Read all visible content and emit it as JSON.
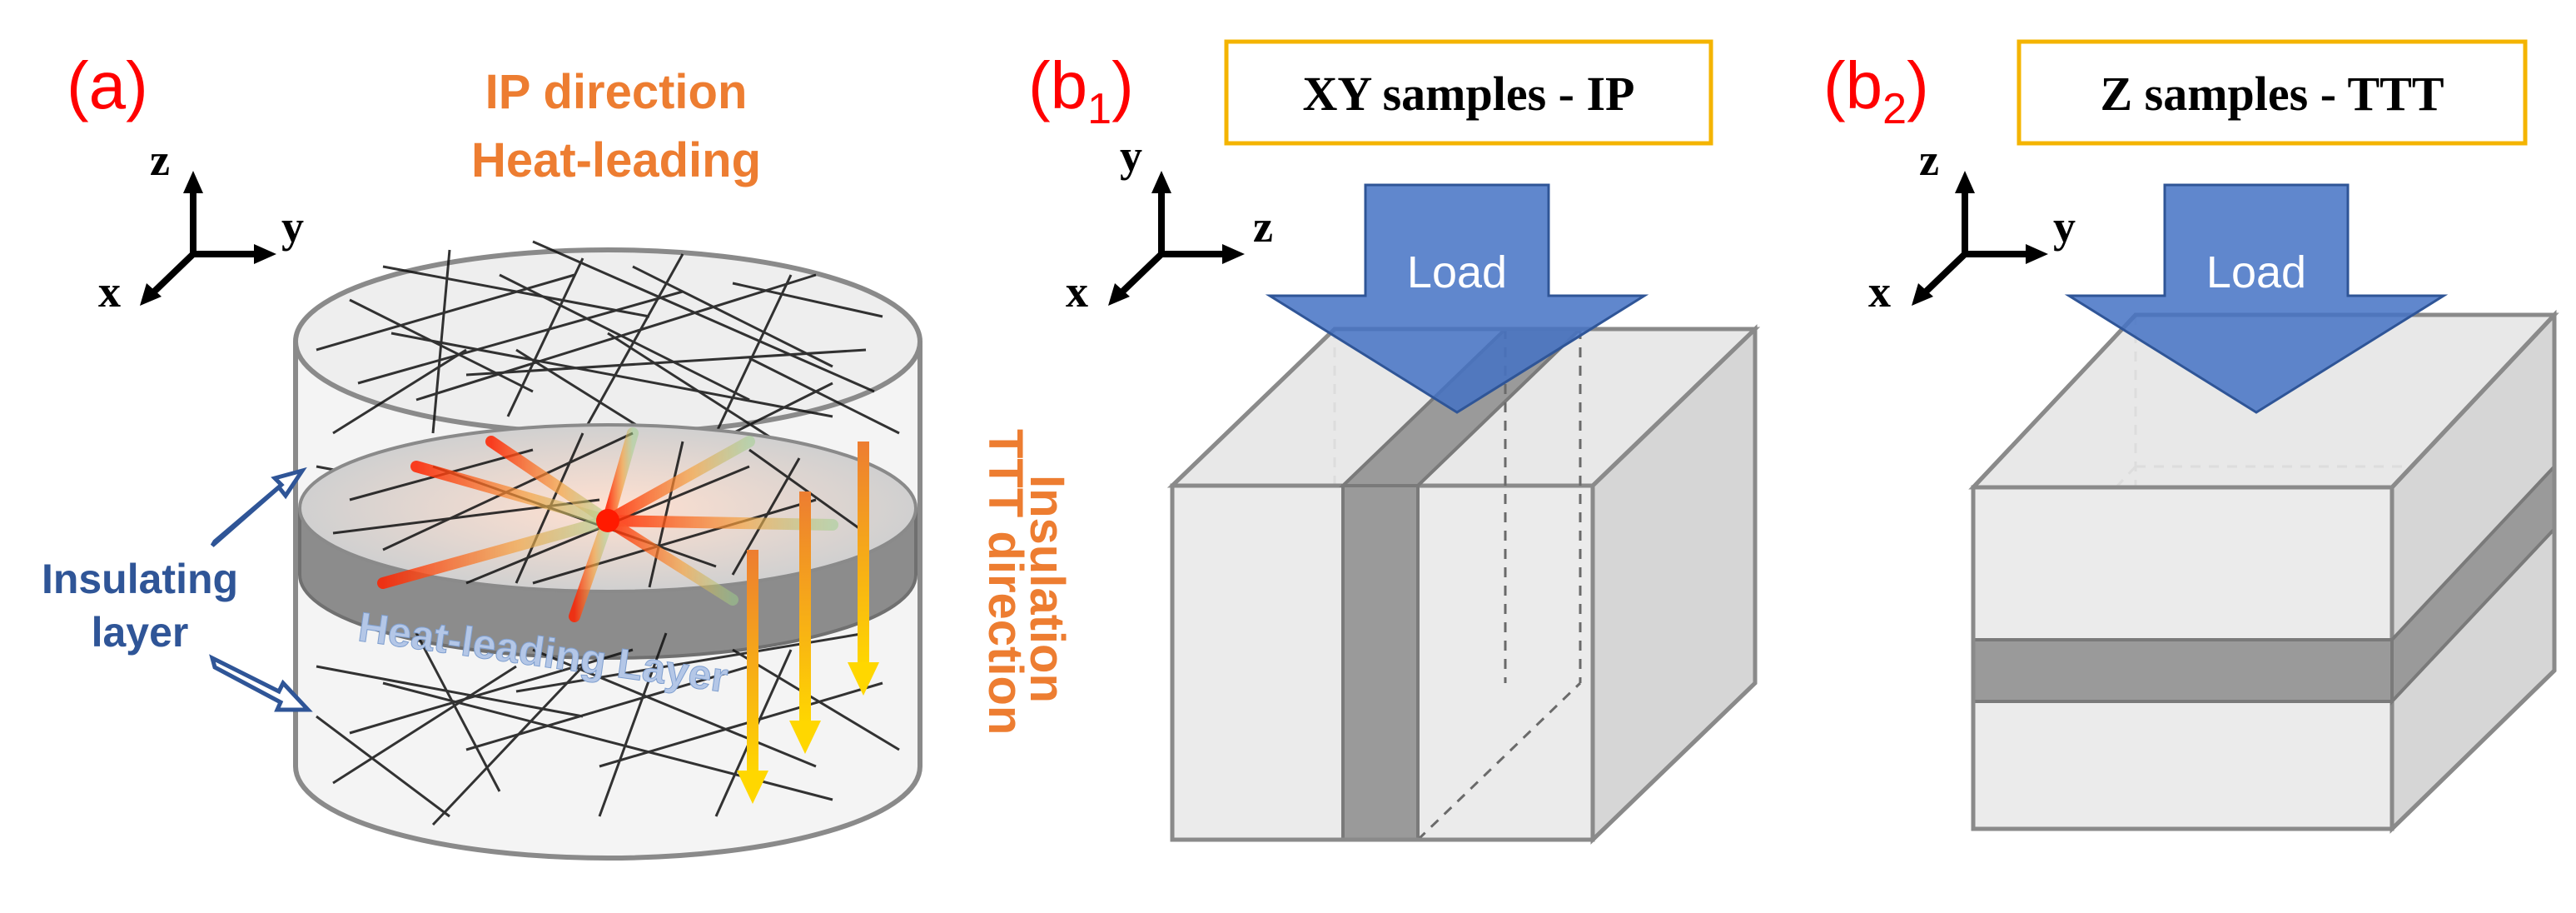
{
  "panel_a": {
    "label": "(a)",
    "ip_direction": "IP direction",
    "heat_leading": "Heat-leading",
    "ttt_direction": "TTT direction",
    "insulation": "Insulation",
    "insulating": "Insulating",
    "layer": "layer",
    "heat_leading_layer": "Heat-leading Layer",
    "axes": {
      "z": "z",
      "y": "y",
      "x": "x"
    }
  },
  "panel_b1": {
    "label_main": "(b",
    "label_sub": "1",
    "label_close": ")",
    "title": "XY samples - IP",
    "load": "Load",
    "axes": {
      "y": "y",
      "z": "z",
      "x": "x"
    }
  },
  "panel_b2": {
    "label_main": "(b",
    "label_sub": "2",
    "label_close": ")",
    "title": "Z samples - TTT",
    "load": "Load",
    "axes": {
      "z": "z",
      "y": "y",
      "x": "x"
    }
  },
  "colors": {
    "label_red": "#ff0000",
    "orange_text": "#ed7d31",
    "blue_text": "#2f5597",
    "load_arrow": "#4472c4",
    "box_title_border": "#f4b400"
  }
}
